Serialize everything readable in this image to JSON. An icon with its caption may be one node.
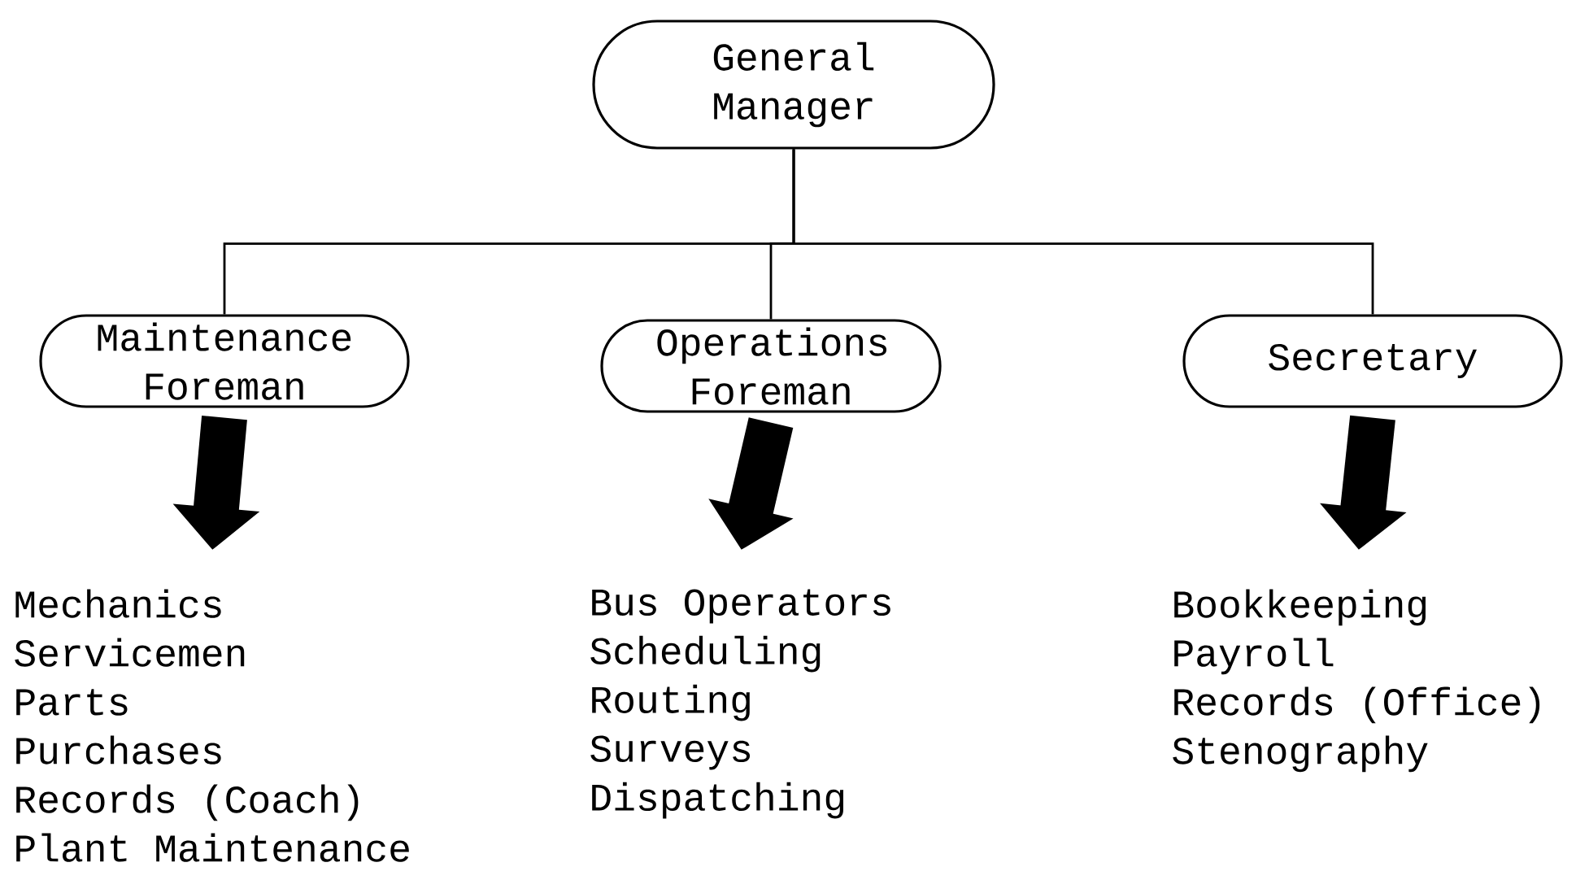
{
  "diagram": {
    "nodes": [
      {
        "text": [
          "General Manager"
        ]
      },
      {
        "text": [
          "Maintenance Foreman"
        ]
      },
      {
        "text": [
          "Operations Foreman"
        ]
      },
      {
        "text": [
          "Secretary"
        ]
      },
      {
        "text": [
          "Mechanics",
          "Servicemen",
          "Parts",
          "Purchases",
          "Records (Coach)",
          "Plant Maintenance"
        ]
      },
      {
        "text": [
          "Bus Operators",
          "Scheduling",
          "Routing",
          "Surveys",
          "Dispatching"
        ]
      },
      {
        "text": [
          "Bookkeeping",
          "Payroll",
          "Records (Office)",
          "Stenography"
        ]
      }
    ],
    "edges": [
      {
        "from": 0,
        "to": 1,
        "arrow": "none"
      },
      {
        "from": 0,
        "to": 2,
        "arrow": "none"
      },
      {
        "from": 0,
        "to": 3,
        "arrow": "none"
      },
      {
        "from": 1,
        "to": 4,
        "arrow": "to",
        "style": "thick"
      },
      {
        "from": 2,
        "to": 5,
        "arrow": "to",
        "style": "thick"
      },
      {
        "from": 3,
        "to": 6,
        "arrow": "to",
        "style": "thick"
      }
    ]
  }
}
